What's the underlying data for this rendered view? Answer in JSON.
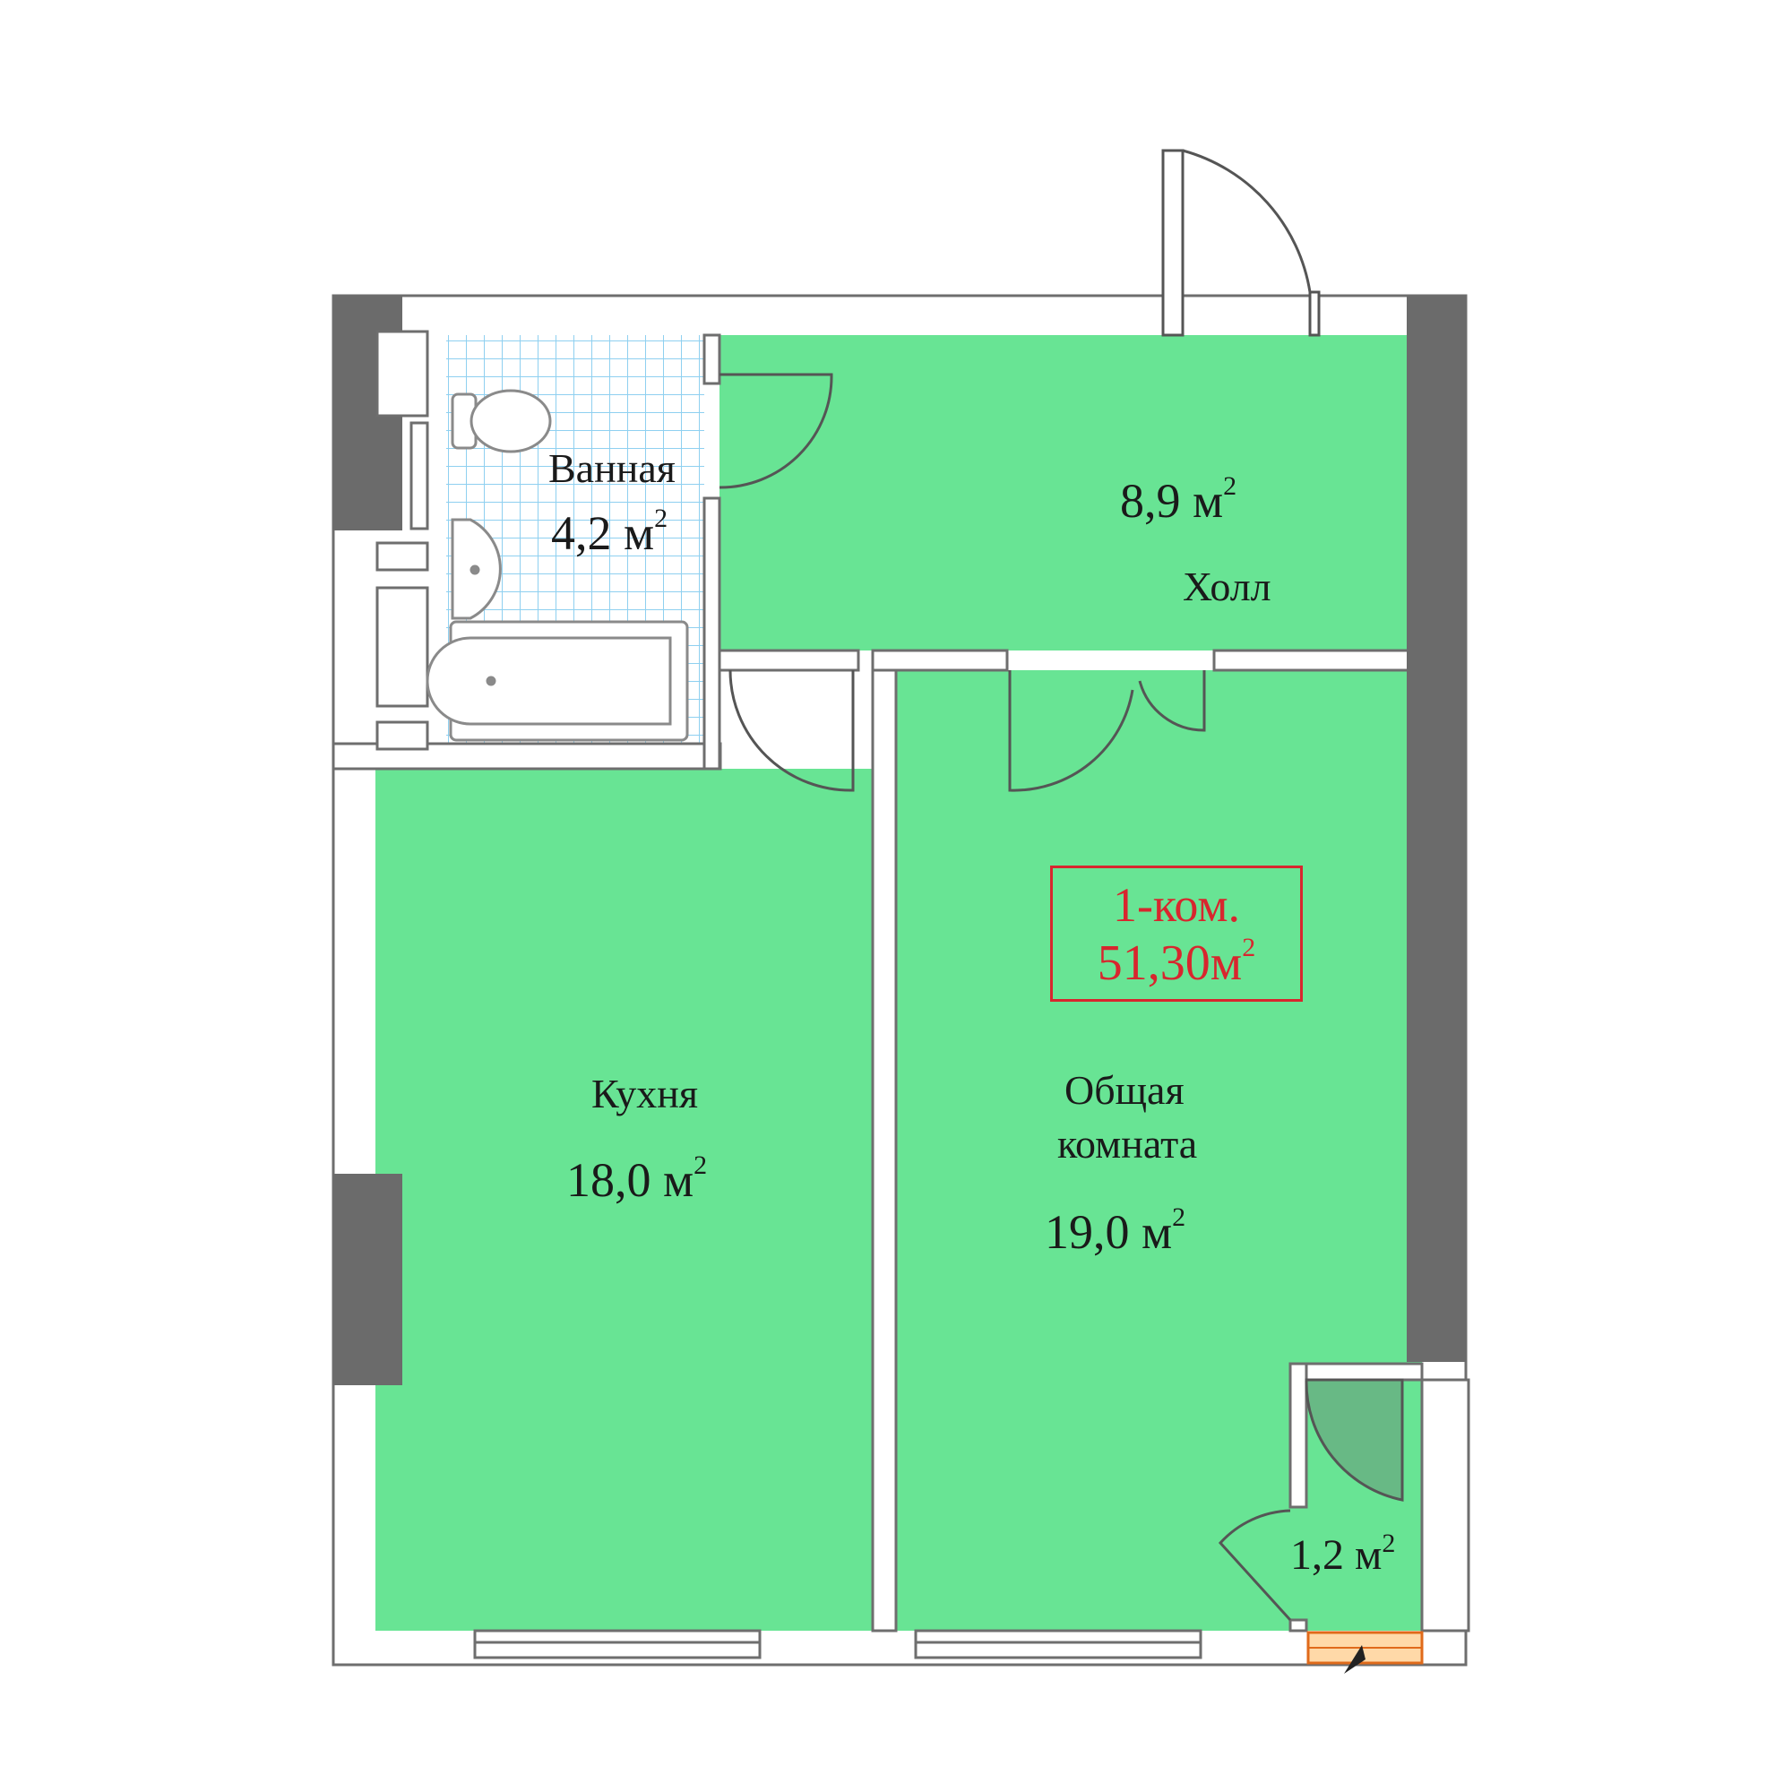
{
  "colors": {
    "floor": "#68e494",
    "wall": "#ffffff",
    "outline": "#6e6e6e",
    "column": "#6b6b6b",
    "tile_grid": "#8fd0f0",
    "summary_accent": "#d8262e"
  },
  "summary": {
    "rooms": "1-ком.",
    "total_area": "51,30м",
    "unit_sup": "2"
  },
  "rooms": {
    "bathroom": {
      "name": "Ванная",
      "area": "4,2 м",
      "unit_sup": "2"
    },
    "hall": {
      "name": "Холл",
      "area": "8,9 м",
      "unit_sup": "2"
    },
    "kitchen": {
      "name": "Кухня",
      "area": "18,0 м",
      "unit_sup": "2"
    },
    "living": {
      "name_line1": "Общая",
      "name_line2": "комната",
      "area": "19,0 м",
      "unit_sup": "2"
    },
    "storage": {
      "area": "1,2 м",
      "unit_sup": "2"
    }
  },
  "fixtures": [
    "toilet-icon",
    "sink-icon",
    "bathtub-icon"
  ]
}
